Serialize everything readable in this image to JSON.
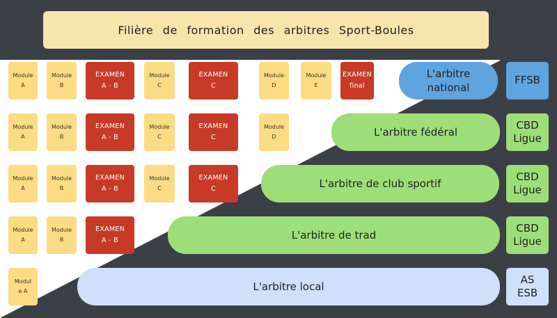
{
  "title": "Filière de formation des arbitres Sport-Boules",
  "colors": {
    "title": "#f8e4ad",
    "module": "#fbdc84",
    "exam": "#c63a27",
    "level_national": "#5ea5df",
    "level_green": "#9ede79",
    "level_local": "#cfe0fb",
    "org_blue": "#5ea5df",
    "org_green": "#9ede79",
    "org_light": "#cfe0fb",
    "chalkboard": "#3b4047"
  },
  "rows": [
    {
      "level": "L'arbitre\nnational",
      "org": "FFSB",
      "boxes": [
        {
          "kind": "module",
          "label": "Module\nA"
        },
        {
          "kind": "module",
          "label": "Module\nB"
        },
        {
          "kind": "exam",
          "label": "EXAMEN\nA - B"
        },
        {
          "kind": "module",
          "label": "Module\nC"
        },
        {
          "kind": "exam",
          "label": "EXAMEN\nC"
        },
        {
          "kind": "module",
          "label": "Module\nD"
        },
        {
          "kind": "module",
          "label": "Module\nE"
        },
        {
          "kind": "exam",
          "label": "EXAMEN\nfinal"
        }
      ]
    },
    {
      "level": "L'arbitre fédéral",
      "org": "CBD\nLigue",
      "boxes": [
        {
          "kind": "module",
          "label": "Module\nA"
        },
        {
          "kind": "module",
          "label": "Module\nB"
        },
        {
          "kind": "exam",
          "label": "EXAMEN\nA - B"
        },
        {
          "kind": "module",
          "label": "Module\nC"
        },
        {
          "kind": "exam",
          "label": "EXAMEN\nC"
        },
        {
          "kind": "module",
          "label": "Module\nD"
        }
      ]
    },
    {
      "level": "L'arbitre de club sportif",
      "org": "CBD\nLigue",
      "boxes": [
        {
          "kind": "module",
          "label": "Module\nA"
        },
        {
          "kind": "module",
          "label": "Module\nB"
        },
        {
          "kind": "exam",
          "label": "EXAMEN\nA - B"
        },
        {
          "kind": "module",
          "label": "Module\nC"
        },
        {
          "kind": "exam",
          "label": "EXAMEN\nC"
        }
      ]
    },
    {
      "level": "L'arbitre de trad",
      "org": "CBD\nLigue",
      "boxes": [
        {
          "kind": "module",
          "label": "Module\nA"
        },
        {
          "kind": "module",
          "label": "Module\nB"
        },
        {
          "kind": "exam",
          "label": "EXAMEN\nA - B"
        }
      ]
    },
    {
      "level": "L'arbitre local",
      "org": "AS\nESB",
      "boxes": [
        {
          "kind": "module",
          "label": "Modul\ne A"
        }
      ]
    }
  ]
}
